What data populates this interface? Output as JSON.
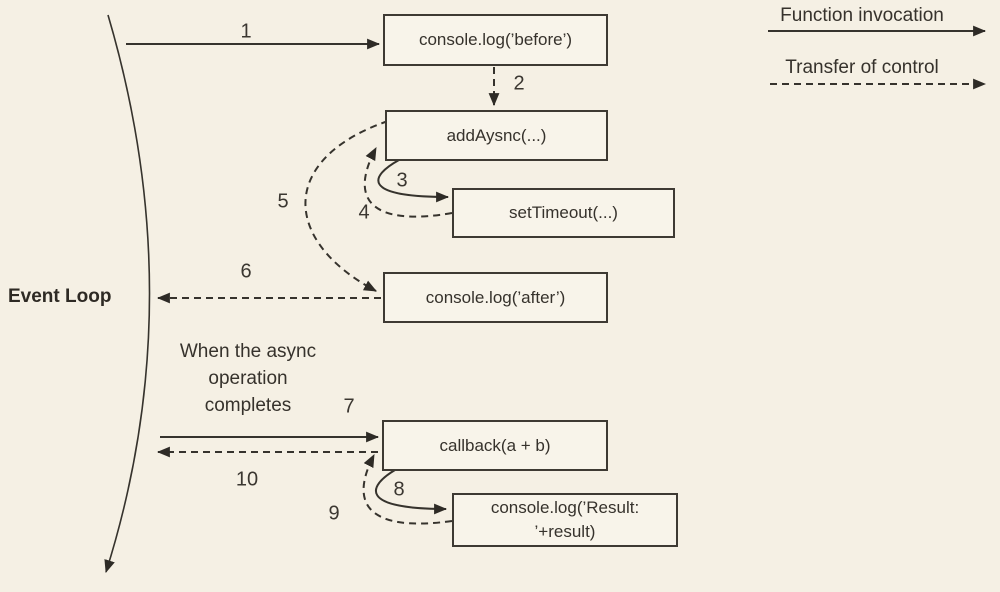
{
  "diagram": {
    "title_left": "Event Loop",
    "annotation": {
      "lines": [
        "When the async",
        "operation",
        "completes"
      ]
    },
    "nodes": {
      "before": {
        "label": "console.log(’before’)"
      },
      "add_async": {
        "label": "addAysnc(...)"
      },
      "set_timeout": {
        "label": "setTimeout(...)"
      },
      "after": {
        "label": "console.log(’after’)"
      },
      "callback": {
        "label": "callback(a + b)"
      },
      "result": {
        "label": "console.log(’Result: ’+result)"
      }
    },
    "arrows": [
      {
        "label": "1",
        "type": "solid",
        "from": "event-loop",
        "to": "before"
      },
      {
        "label": "2",
        "type": "dashed",
        "from": "before",
        "to": "add_async"
      },
      {
        "label": "3",
        "type": "solid",
        "from": "add_async",
        "to": "set_timeout"
      },
      {
        "label": "4",
        "type": "dashed",
        "from": "set_timeout",
        "to": "add_async"
      },
      {
        "label": "5",
        "type": "dashed",
        "from": "add_async",
        "to": "after"
      },
      {
        "label": "6",
        "type": "dashed",
        "from": "after",
        "to": "event-loop"
      },
      {
        "label": "7",
        "type": "solid",
        "from": "event-loop",
        "to": "callback"
      },
      {
        "label": "8",
        "type": "solid",
        "from": "callback",
        "to": "result"
      },
      {
        "label": "9",
        "type": "dashed",
        "from": "result",
        "to": "callback"
      },
      {
        "label": "10",
        "type": "dashed",
        "from": "callback",
        "to": "event-loop"
      }
    ],
    "legend": [
      {
        "label": "Function invocation",
        "style": "solid"
      },
      {
        "label": "Transfer of control",
        "style": "dashed"
      }
    ],
    "colors": {
      "background": "#f5f0e4",
      "box_fill": "#f8f4ea",
      "line": "#36332d",
      "text": "#36322c"
    }
  }
}
